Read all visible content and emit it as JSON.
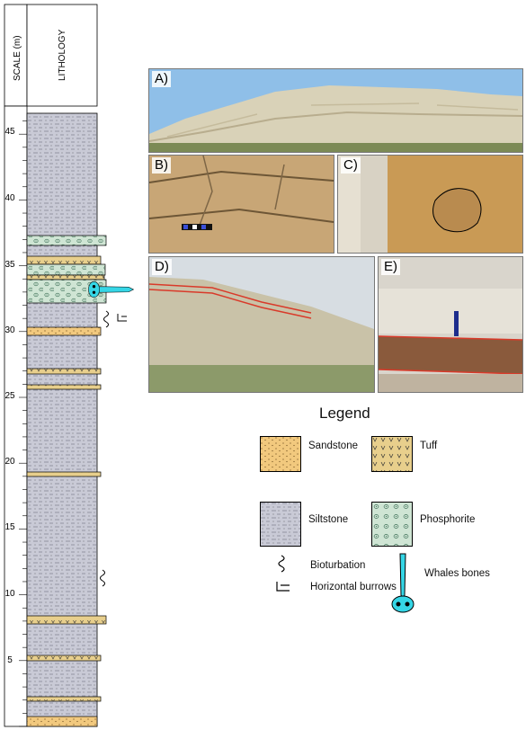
{
  "column": {
    "scale_header": "SCALE (m)",
    "lithology_header": "LITHOLOGY",
    "ticks": [
      "45",
      "40",
      "35",
      "30",
      "25",
      "20",
      "15",
      "10",
      "5"
    ]
  },
  "photos": {
    "a": "A)",
    "b": "B)",
    "c": "C)",
    "d": "D)",
    "e": "E)"
  },
  "legend": {
    "title": "Legend",
    "sandstone": "Sandstone",
    "tuff": "Tuff",
    "siltstone": "Siltstone",
    "phosphorite": "Phosphorite",
    "bioturbation": "Bioturbation",
    "horizontal_burrows": "Horizontal burrows",
    "whales_bones": "Whales bones"
  },
  "colors": {
    "siltstone": "#c9cad6",
    "sandstone": "#f2c97e",
    "tuff": "#e8cf8c",
    "phosphorite": "#cfe5d4",
    "whale_bone": "#35d6e6",
    "red_lines": "#d93a2a"
  }
}
